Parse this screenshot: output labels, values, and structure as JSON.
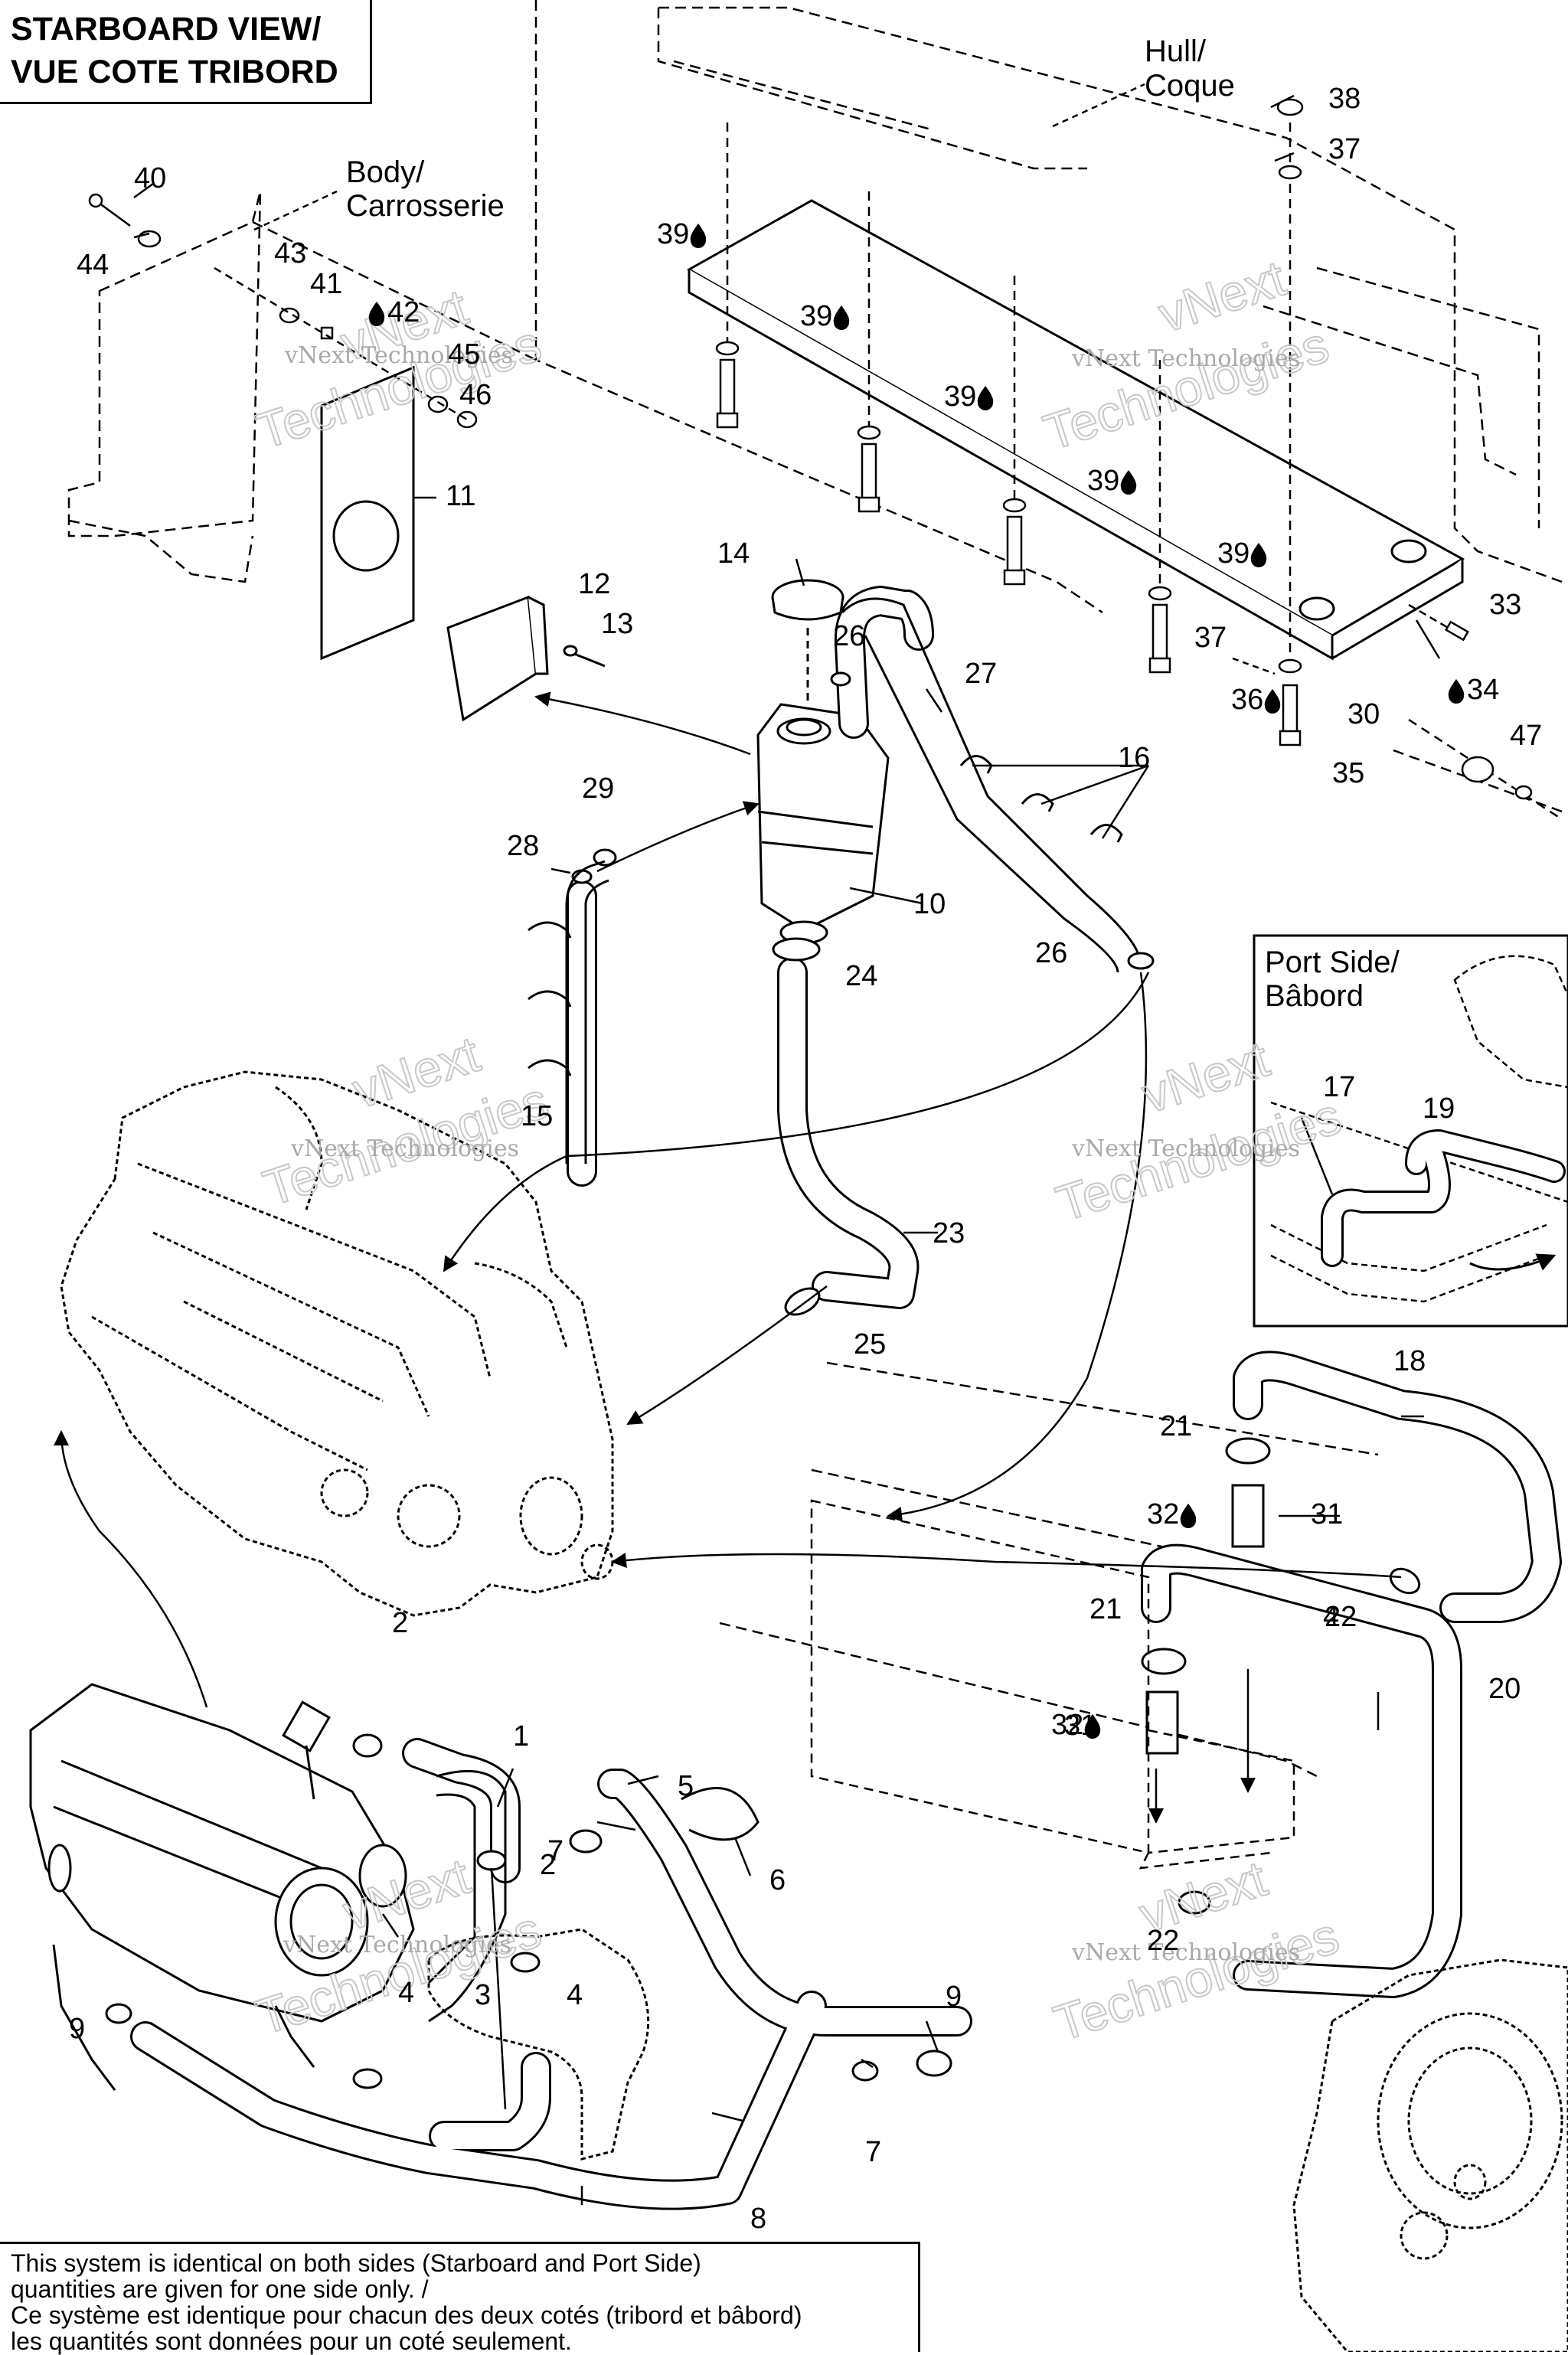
{
  "title": {
    "line1": "STARBOARD VIEW/",
    "line2": "VUE COTE TRIBORD"
  },
  "labels": {
    "hull": [
      "Hull/",
      "Coque"
    ],
    "body": [
      "Body/",
      "Carrosserie"
    ],
    "port": [
      "Port Side/",
      "Bâbord"
    ]
  },
  "watermark": {
    "small": "vNext Technologies",
    "big": [
      "vNext",
      "Technologies"
    ]
  },
  "note": {
    "lines": [
      "This system is identical on both sides (Starboard and Port Side)",
      "quantities are given for one side only. /",
      "Ce système est identique pour chacun des deux cotés (tribord et bâbord)",
      "les quantités sont données pour un coté seulement."
    ]
  },
  "callouts": [
    {
      "n": "1"
    },
    {
      "n": "2"
    },
    {
      "n": "2"
    },
    {
      "n": "3"
    },
    {
      "n": "4"
    },
    {
      "n": "4"
    },
    {
      "n": "5"
    },
    {
      "n": "6"
    },
    {
      "n": "7"
    },
    {
      "n": "7"
    },
    {
      "n": "8"
    },
    {
      "n": "9"
    },
    {
      "n": "9"
    },
    {
      "n": "10"
    },
    {
      "n": "11"
    },
    {
      "n": "12"
    },
    {
      "n": "13"
    },
    {
      "n": "14"
    },
    {
      "n": "15"
    },
    {
      "n": "16"
    },
    {
      "n": "17"
    },
    {
      "n": "18"
    },
    {
      "n": "19"
    },
    {
      "n": "20"
    },
    {
      "n": "21"
    },
    {
      "n": "21"
    },
    {
      "n": "22"
    },
    {
      "n": "22"
    },
    {
      "n": "23"
    },
    {
      "n": "24"
    },
    {
      "n": "25"
    },
    {
      "n": "26"
    },
    {
      "n": "26"
    },
    {
      "n": "27"
    },
    {
      "n": "28"
    },
    {
      "n": "29"
    },
    {
      "n": "30"
    },
    {
      "n": "31"
    },
    {
      "n": "31"
    },
    {
      "n": "32",
      "drop": true
    },
    {
      "n": "32",
      "drop": true
    },
    {
      "n": "33"
    },
    {
      "n": "34",
      "drop": true
    },
    {
      "n": "35"
    },
    {
      "n": "36",
      "drop": true
    },
    {
      "n": "37"
    },
    {
      "n": "37"
    },
    {
      "n": "38"
    },
    {
      "n": "39",
      "drop": true
    },
    {
      "n": "39",
      "drop": true
    },
    {
      "n": "39",
      "drop": true
    },
    {
      "n": "39",
      "drop": true
    },
    {
      "n": "39",
      "drop": true
    },
    {
      "n": "40"
    },
    {
      "n": "41"
    },
    {
      "n": "42",
      "drop": true
    },
    {
      "n": "43"
    },
    {
      "n": "44"
    },
    {
      "n": "45"
    },
    {
      "n": "46"
    },
    {
      "n": "47"
    },
    {
      "n": "4"
    }
  ]
}
